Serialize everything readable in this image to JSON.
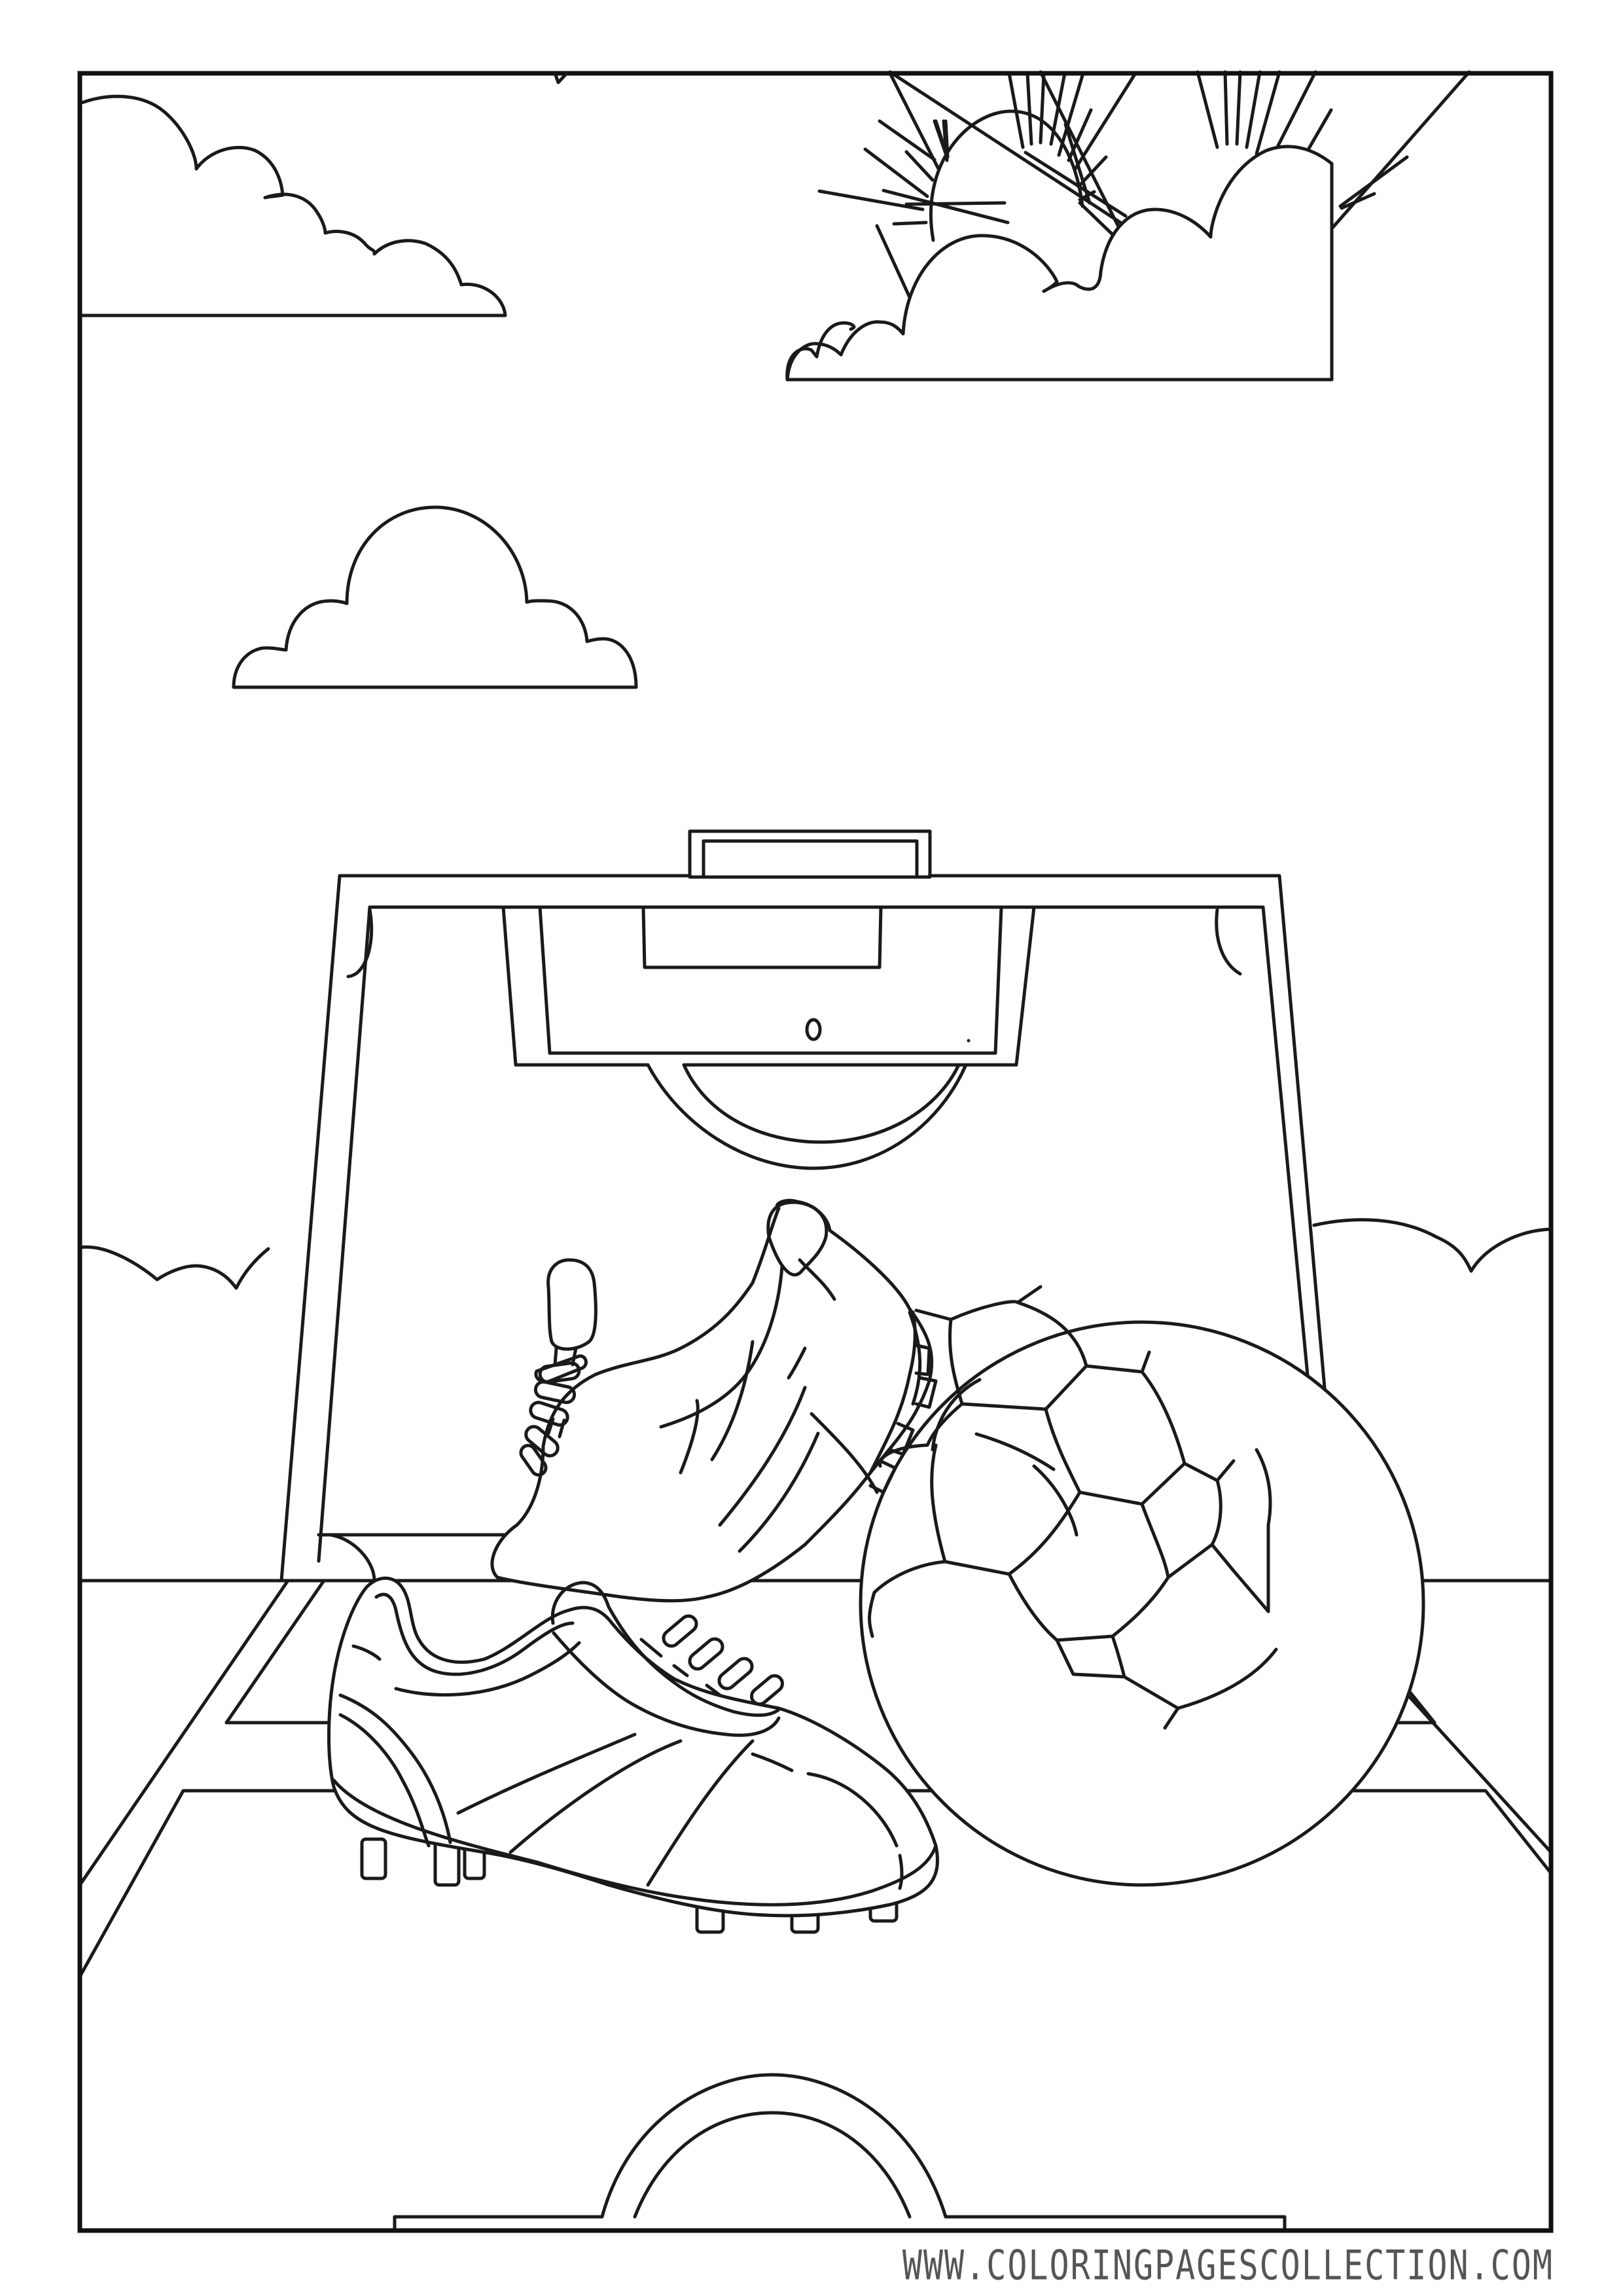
{
  "page": {
    "type": "coloring-page",
    "subject": "soccer cleats and ball on a soccer field under a sunny sky",
    "line_color": "#1a1a1a",
    "background_color": "#ffffff"
  },
  "scene": {
    "elements": [
      "sun-with-rays",
      "cloud-top-left",
      "cloud-top-right",
      "cloud-middle-left",
      "cloud-behind-field-left",
      "cloud-behind-field-right",
      "goal",
      "penalty-area",
      "goal-area",
      "penalty-spot",
      "penalty-arc",
      "corner-arcs",
      "soccer-cleat-back",
      "soccer-cleat-front",
      "soccer-ball",
      "center-circle-arc"
    ]
  },
  "footer": {
    "watermark": "WWW.COLORINGPAGESCOLLECTION.COM",
    "watermark_color": "#555555"
  }
}
